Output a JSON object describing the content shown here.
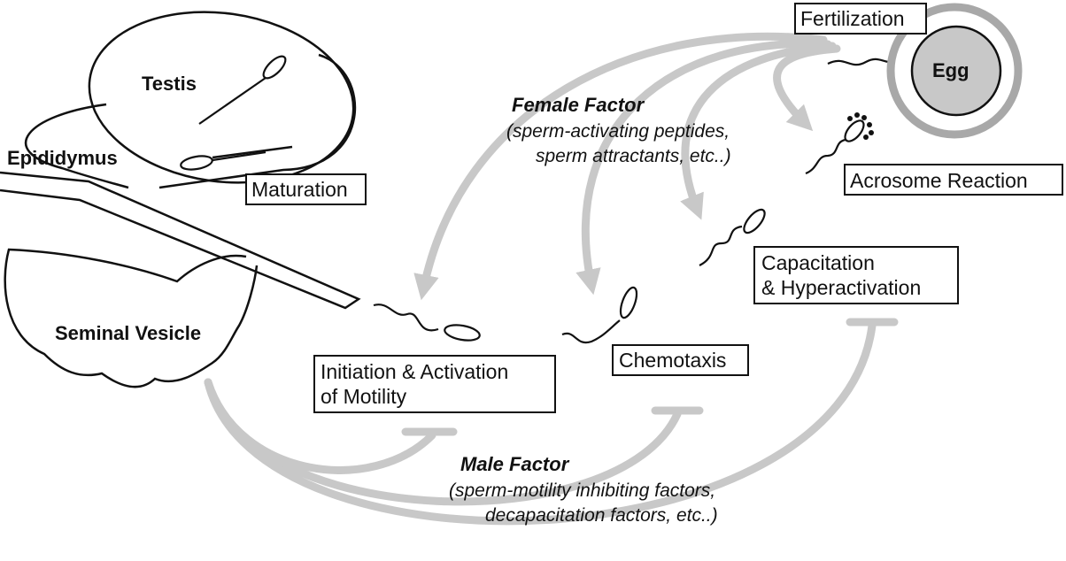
{
  "organs": {
    "testis": "Testis",
    "epididymus": "Epididymus",
    "seminal_vesicle": "Seminal Vesicle",
    "egg": "Egg"
  },
  "stages": {
    "maturation": "Maturation",
    "initiation_line1": "Initiation & Activation",
    "initiation_line2": "of Motility",
    "chemotaxis": "Chemotaxis",
    "capacitation_line1": "Capacitation",
    "capacitation_line2": "& Hyperactivation",
    "acrosome_reaction": "Acrosome Reaction",
    "fertilization": "Fertilization"
  },
  "female_factor": {
    "title": "Female Factor",
    "line1": "(sperm-activating peptides,",
    "line2": "sperm attractants, etc..)"
  },
  "male_factor": {
    "title": "Male Factor",
    "line1": "(sperm-motility inhibiting factors,",
    "line2": "decapacitation factors, etc..)"
  },
  "colors": {
    "line": "#111111",
    "arrow": "#c8c8c8",
    "egg_fill": "#c8c8c8",
    "egg_ring": "#a8a8a8"
  }
}
